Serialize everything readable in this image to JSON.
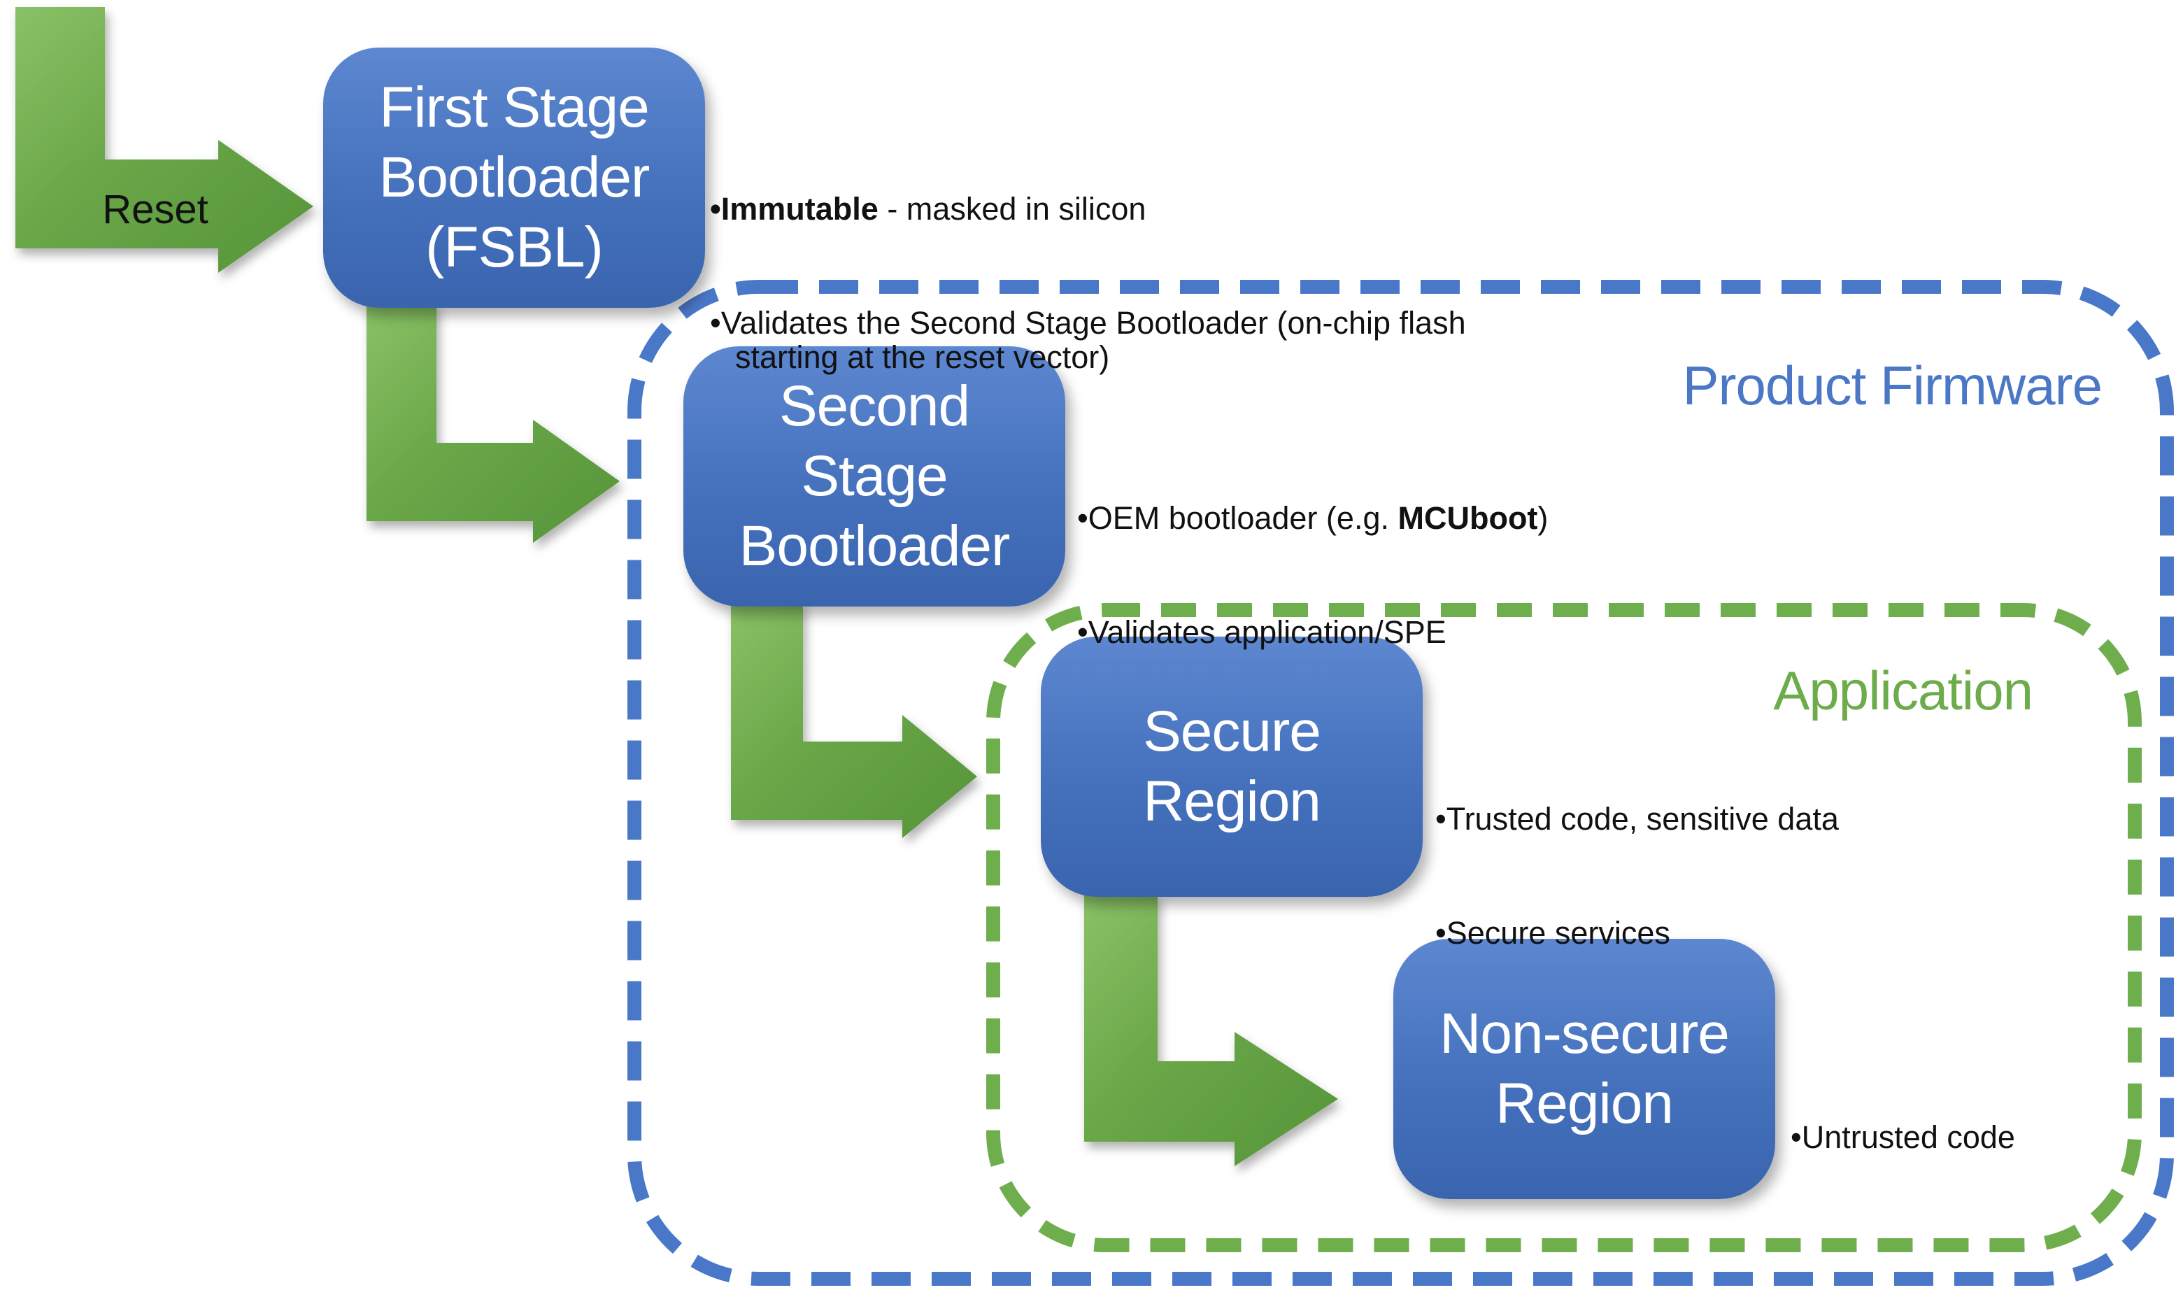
{
  "reset": {
    "label": "Reset"
  },
  "boxes": {
    "fsbl": {
      "lines": [
        "First Stage",
        "Bootloader",
        "(FSBL)"
      ]
    },
    "ssbl": {
      "lines": [
        "Second",
        "Stage",
        "Bootloader"
      ]
    },
    "secure": {
      "lines": [
        "Secure",
        "Region"
      ]
    },
    "nonsecure": {
      "lines": [
        "Non-secure",
        "Region"
      ]
    }
  },
  "notes": {
    "fsbl": {
      "b1_pre": "•",
      "b1_bold": "Immutable",
      "b1_rest": " - masked in silicon",
      "b2_line1": "•Validates the Second Stage Bootloader (on-chip flash",
      "b2_line2": "starting at the reset vector)"
    },
    "ssbl": {
      "b1_pre": "•OEM bootloader (e.g. ",
      "b1_bold": "MCUboot",
      "b1_post": ")",
      "b2": "•Validates application/SPE"
    },
    "secure": {
      "b1": "•Trusted code, sensitive data",
      "b2": "•Secure services"
    },
    "nonsecure": {
      "b1": "•Untrusted code"
    }
  },
  "regions": {
    "product_firmware": {
      "label": "Product Firmware",
      "color": "#4a77c6"
    },
    "application": {
      "label": "Application",
      "color": "#6dac4b"
    }
  },
  "colors": {
    "box_blue_top": "#5d87d0",
    "box_blue_bottom": "#3a64ae",
    "arrow_green_light": "#8ac167",
    "arrow_green": "#6aa748",
    "arrow_green_dark": "#55943a",
    "dashed_blue": "#4a78c9",
    "dashed_green": "#6fae4d",
    "text_dark": "#111111",
    "box_text": "#ffffff"
  }
}
